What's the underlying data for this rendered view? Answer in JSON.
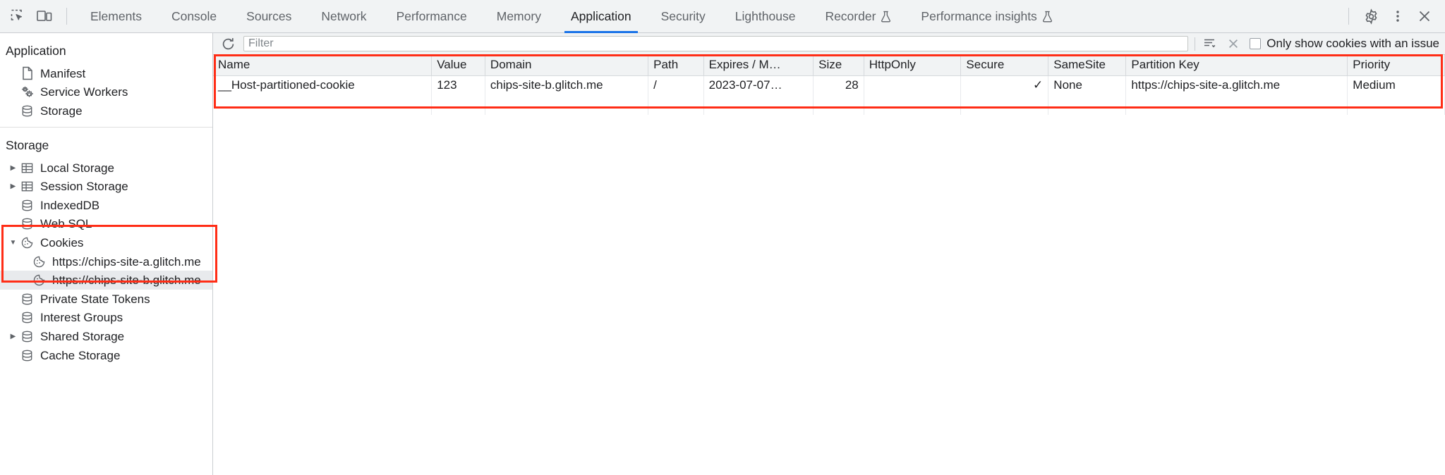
{
  "toolbar": {
    "inspect_icon": "inspect-element-icon",
    "device_icon": "device-toolbar-icon",
    "tabs": [
      {
        "label": "Elements",
        "active": false,
        "experimental": false
      },
      {
        "label": "Console",
        "active": false,
        "experimental": false
      },
      {
        "label": "Sources",
        "active": false,
        "experimental": false
      },
      {
        "label": "Network",
        "active": false,
        "experimental": false
      },
      {
        "label": "Performance",
        "active": false,
        "experimental": false
      },
      {
        "label": "Memory",
        "active": false,
        "experimental": false
      },
      {
        "label": "Application",
        "active": true,
        "experimental": false
      },
      {
        "label": "Security",
        "active": false,
        "experimental": false
      },
      {
        "label": "Lighthouse",
        "active": false,
        "experimental": false
      },
      {
        "label": "Recorder",
        "active": false,
        "experimental": true
      },
      {
        "label": "Performance insights",
        "active": false,
        "experimental": true
      }
    ],
    "settings_icon": "gear-icon",
    "more_icon": "more-vertical-icon",
    "close_icon": "close-icon",
    "active_tab_underline_color": "#1a73e8"
  },
  "sidebar": {
    "application": {
      "title": "Application",
      "items": [
        {
          "label": "Manifest",
          "icon": "document-icon",
          "twisty": "",
          "selected": false
        },
        {
          "label": "Service Workers",
          "icon": "gears-icon",
          "twisty": "",
          "selected": false
        },
        {
          "label": "Storage",
          "icon": "database-icon",
          "twisty": "",
          "selected": false
        }
      ]
    },
    "storage": {
      "title": "Storage",
      "items": [
        {
          "label": "Local Storage",
          "icon": "table-grid-icon",
          "twisty": "collapsed",
          "selected": false,
          "indent": 1
        },
        {
          "label": "Session Storage",
          "icon": "table-grid-icon",
          "twisty": "collapsed",
          "selected": false,
          "indent": 1
        },
        {
          "label": "IndexedDB",
          "icon": "database-icon",
          "twisty": "",
          "selected": false,
          "indent": 1
        },
        {
          "label": "Web SQL",
          "icon": "database-icon",
          "twisty": "",
          "selected": false,
          "indent": 1
        },
        {
          "label": "Cookies",
          "icon": "cookie-icon",
          "twisty": "expanded",
          "selected": false,
          "indent": 1
        },
        {
          "label": "https://chips-site-a.glitch.me",
          "icon": "cookie-icon",
          "twisty": "",
          "selected": false,
          "indent": 2
        },
        {
          "label": "https://chips-site-b.glitch.me",
          "icon": "cookie-icon",
          "twisty": "",
          "selected": true,
          "indent": 2
        },
        {
          "label": "Private State Tokens",
          "icon": "database-icon",
          "twisty": "",
          "selected": false,
          "indent": 1
        },
        {
          "label": "Interest Groups",
          "icon": "database-icon",
          "twisty": "",
          "selected": false,
          "indent": 1
        },
        {
          "label": "Shared Storage",
          "icon": "database-icon",
          "twisty": "collapsed",
          "selected": false,
          "indent": 1
        },
        {
          "label": "Cache Storage",
          "icon": "database-icon",
          "twisty": "",
          "selected": false,
          "indent": 1
        }
      ]
    }
  },
  "filterbar": {
    "refresh_icon": "refresh-icon",
    "filter_placeholder": "Filter",
    "filter_value": "",
    "clear_filters_icon": "clear-filter-icon",
    "clear_icon": "close-circle-icon",
    "checkbox_label": "Only show cookies with an issue",
    "checkbox_checked": false
  },
  "table": {
    "columns": [
      {
        "key": "name",
        "label": "Name",
        "align": "left"
      },
      {
        "key": "value",
        "label": "Value",
        "align": "left"
      },
      {
        "key": "domain",
        "label": "Domain",
        "align": "left"
      },
      {
        "key": "path",
        "label": "Path",
        "align": "left"
      },
      {
        "key": "expires",
        "label": "Expires / M…",
        "align": "left"
      },
      {
        "key": "size",
        "label": "Size",
        "align": "right"
      },
      {
        "key": "httponly",
        "label": "HttpOnly",
        "align": "left"
      },
      {
        "key": "secure",
        "label": "Secure",
        "align": "right"
      },
      {
        "key": "samesite",
        "label": "SameSite",
        "align": "left"
      },
      {
        "key": "partition",
        "label": "Partition Key",
        "align": "left"
      },
      {
        "key": "priority",
        "label": "Priority",
        "align": "left"
      }
    ],
    "rows": [
      {
        "name": "__Host-partitioned-cookie",
        "value": "123",
        "domain": "chips-site-b.glitch.me",
        "path": "/",
        "expires": "2023-07-07…",
        "size": "28",
        "httponly": "",
        "secure": "✓",
        "samesite": "None",
        "partition": "https://chips-site-a.glitch.me",
        "priority": "Medium"
      }
    ]
  },
  "annotations": {
    "highlight_color": "#ff2d16",
    "boxes": [
      {
        "name": "cookies-tree-highlight"
      },
      {
        "name": "cookie-table-highlight"
      }
    ]
  }
}
